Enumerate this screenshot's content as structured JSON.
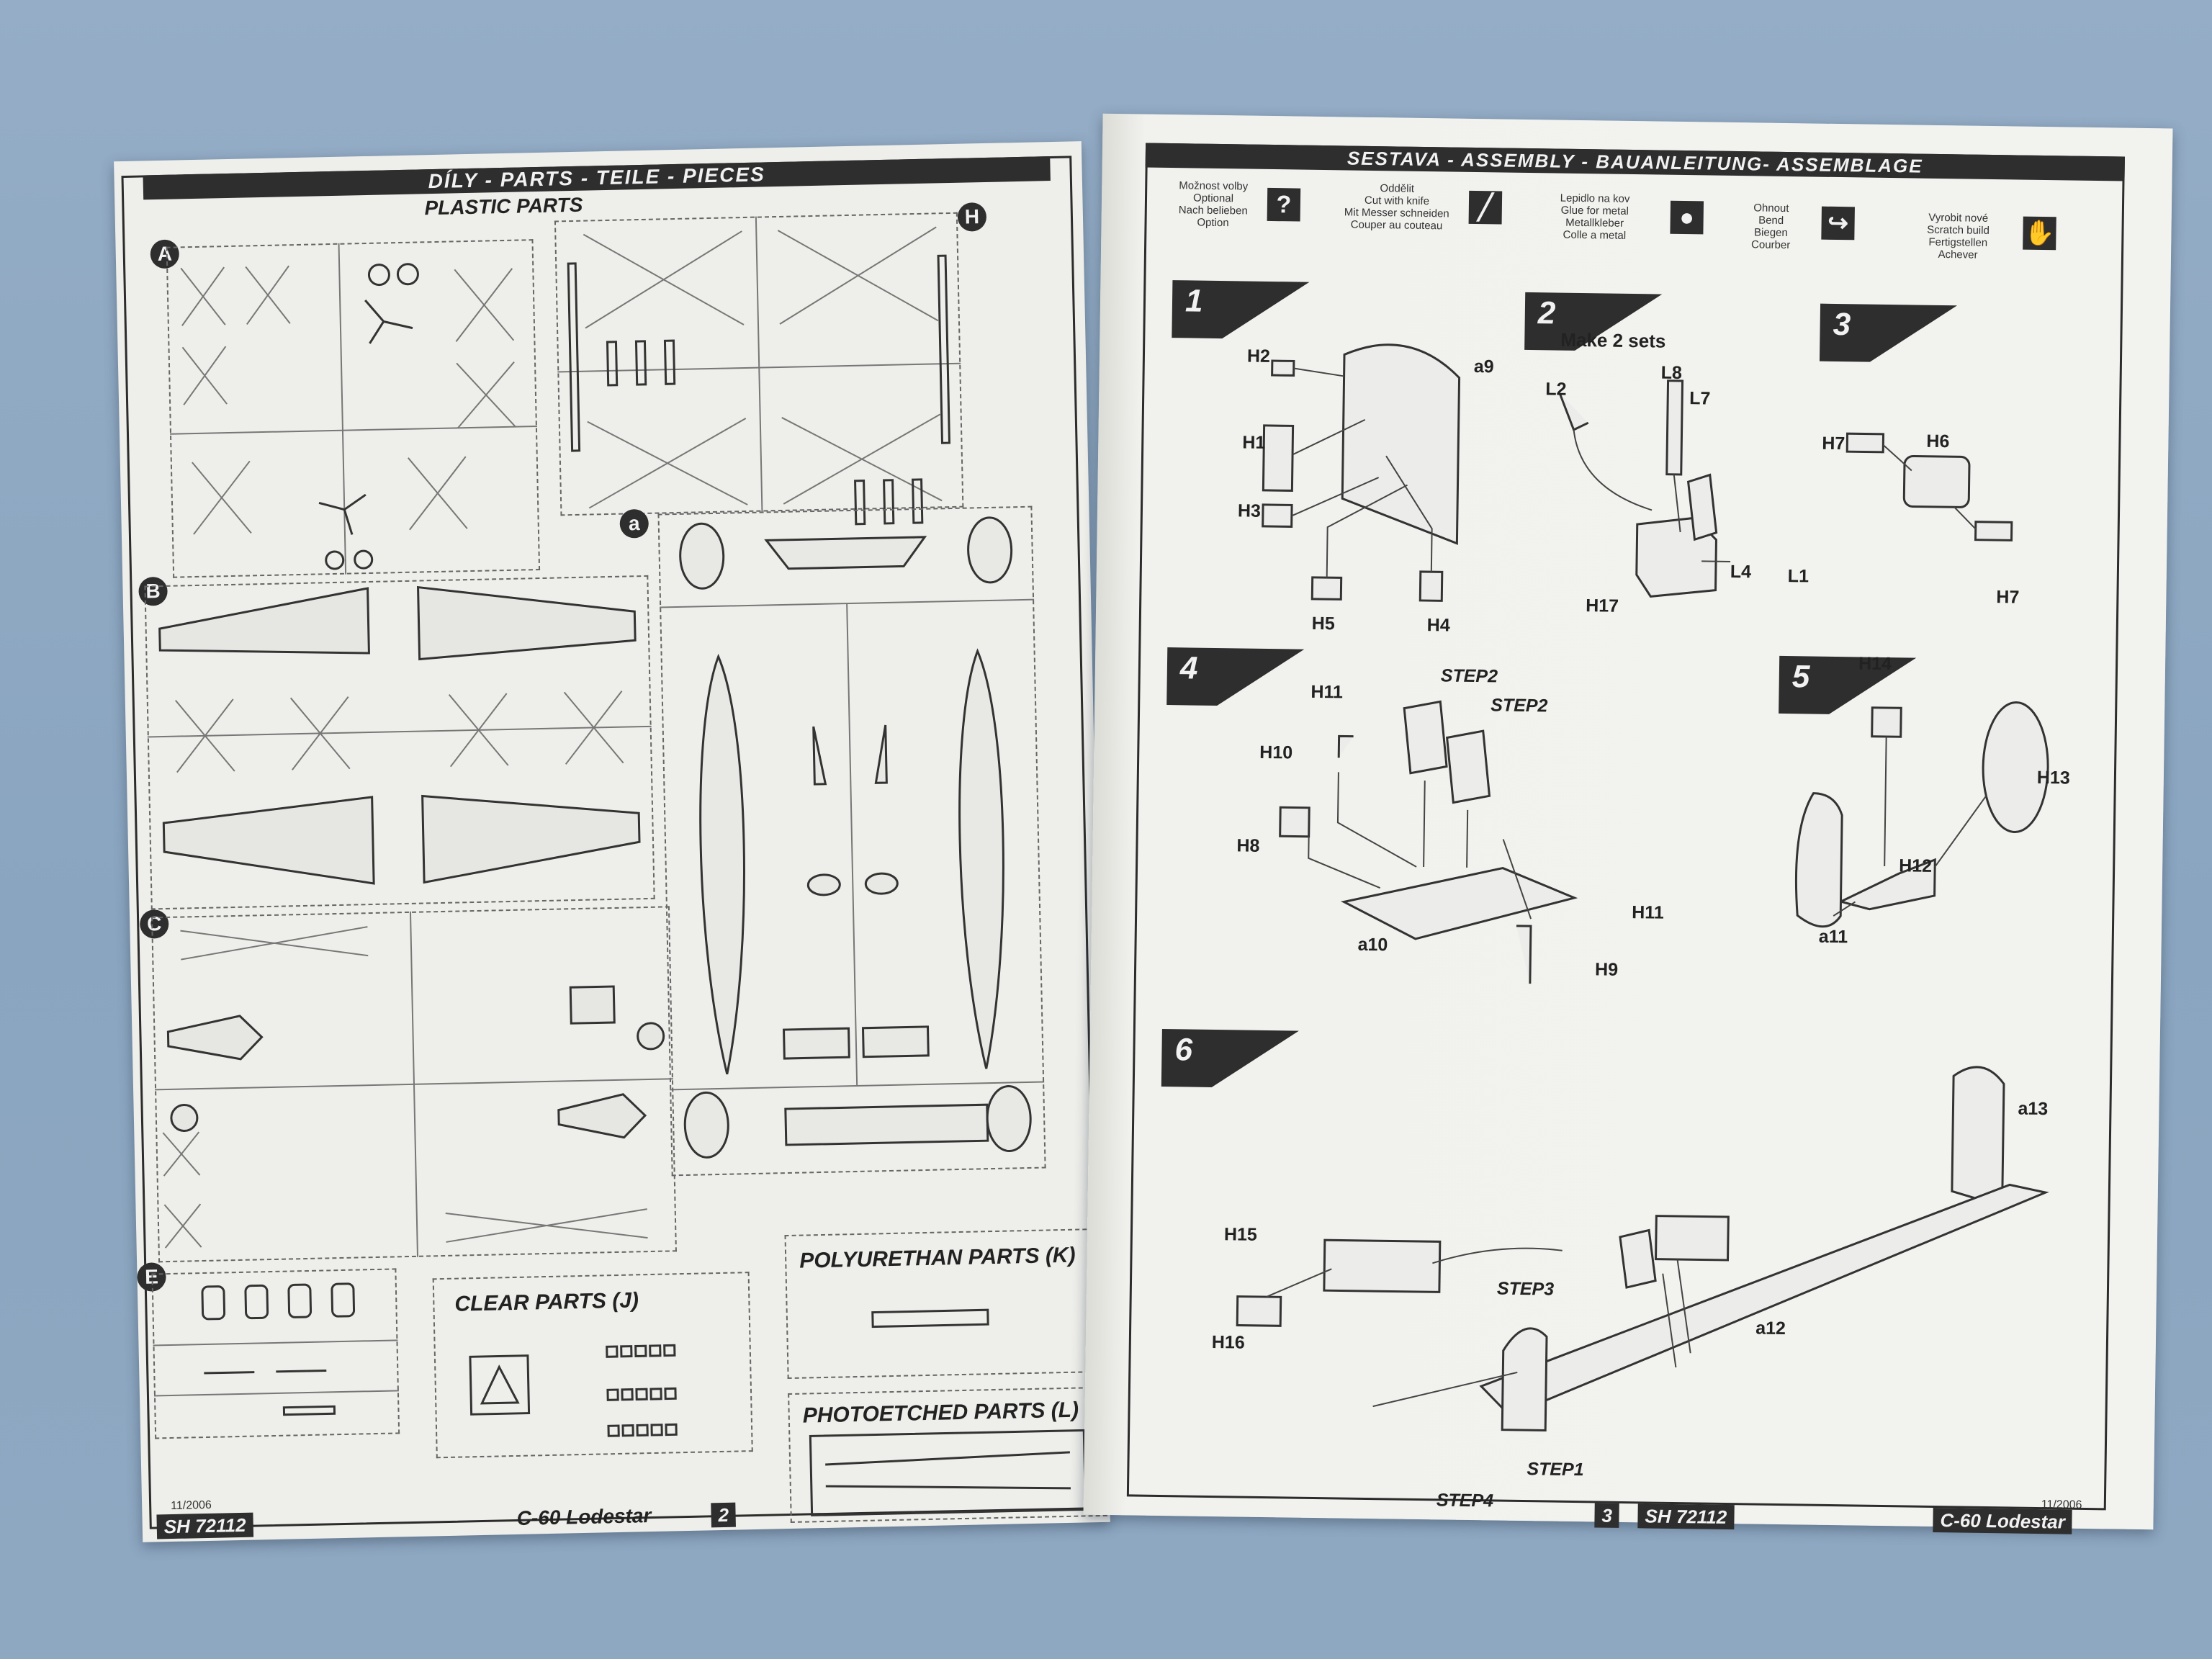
{
  "left_page": {
    "header": "DÍLY  -  PARTS  -  TEILE  -  PIECES",
    "subheader": "PLASTIC PARTS",
    "sprue_letters": [
      "A",
      "H",
      "a",
      "B",
      "C",
      "E"
    ],
    "sections": {
      "clear": "CLEAR PARTS (J)",
      "polyurethan": "POLYURETHAN PARTS (K)",
      "photoetched": "PHOTOETCHED PARTS (L)"
    },
    "date": "11/2006",
    "footer_code": "SH 72112",
    "footer_title": "C-60 Lodestar",
    "page_number": "2"
  },
  "right_page": {
    "header": "SESTAVA  -  ASSEMBLY - BAUANLEITUNG- ASSEMBLAGE",
    "legend": [
      {
        "text": [
          "Možnost volby",
          "Optional",
          "Nach belieben",
          "Option"
        ],
        "icon": "question-icon"
      },
      {
        "text": [
          "Oddělit",
          "Cut with knife",
          "Mit Messer schneiden",
          "Couper au couteau"
        ],
        "icon": "knife-icon"
      },
      {
        "text": [
          "Lepidlo na kov",
          "Glue for metal",
          "Metallkleber",
          "Colle a metal"
        ],
        "icon": "glue-icon"
      },
      {
        "text": [
          "Ohnout",
          "Bend",
          "Biegen",
          "Courber"
        ],
        "icon": "bend-icon"
      },
      {
        "text": [
          "Vyrobit nové",
          "Scratch build",
          "Fertigstellen",
          "Achever"
        ],
        "icon": "hand-icon"
      }
    ],
    "steps": [
      "1",
      "2",
      "3",
      "4",
      "5",
      "6"
    ],
    "step2_note": "Make 2 sets",
    "parts": {
      "s1": [
        "H2",
        "H1",
        "H3",
        "H5",
        "H4",
        "a9"
      ],
      "s2": [
        "L2",
        "L8",
        "L7",
        "L4",
        "L1",
        "H17"
      ],
      "s3": [
        "H7",
        "H6",
        "H7"
      ],
      "s4": [
        "H11",
        "H10",
        "H8",
        "a10",
        "H11",
        "H9",
        "STEP2",
        "STEP2"
      ],
      "s5": [
        "H14",
        "H13",
        "H12",
        "a11"
      ],
      "s6": [
        "H15",
        "H16",
        "STEP3",
        "a12",
        "a13",
        "STEP1",
        "STEP4"
      ]
    },
    "date": "11/2006",
    "page_number": "3",
    "footer_code": "SH 72112",
    "footer_title": "C-60 Lodestar"
  }
}
